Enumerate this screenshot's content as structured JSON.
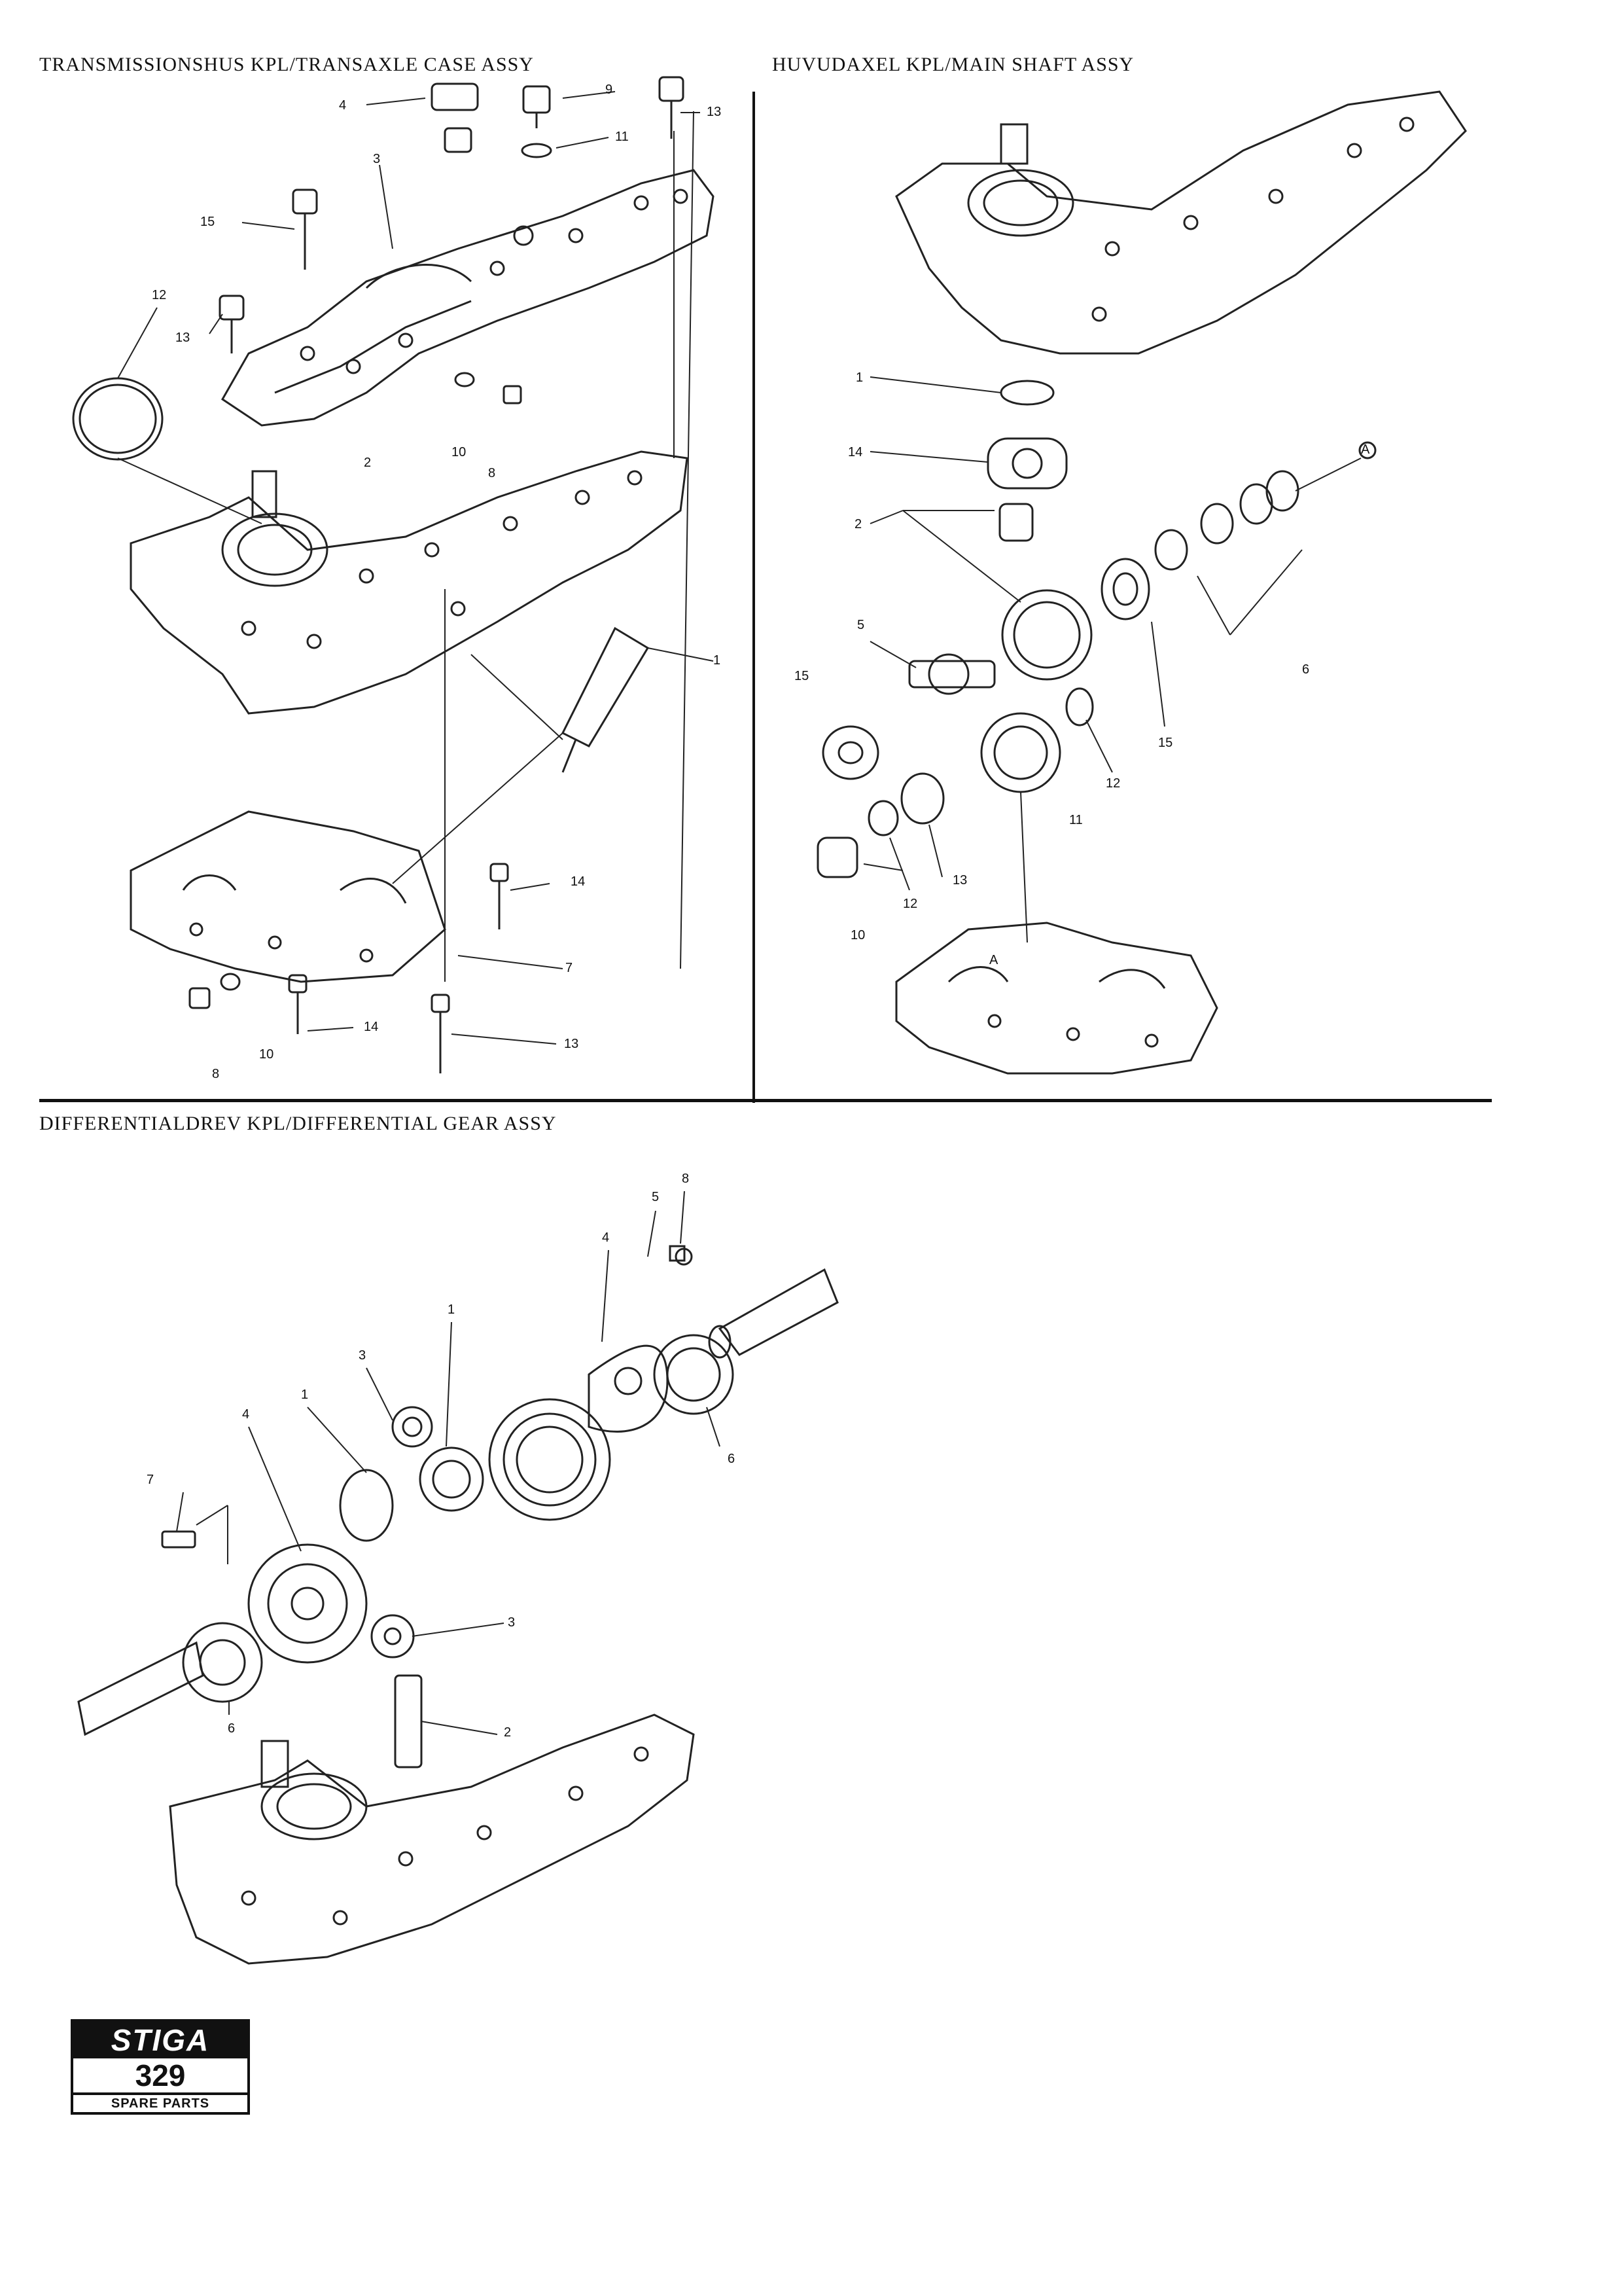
{
  "sections": {
    "transaxle_case": {
      "title": "TRANSMISSIONSHUS KPL/TRANSAXLE CASE ASSY",
      "callouts": [
        "4",
        "9",
        "13",
        "11",
        "3",
        "15",
        "12",
        "13",
        "10",
        "8",
        "2",
        "1",
        "14",
        "7",
        "14",
        "13",
        "10",
        "8"
      ]
    },
    "main_shaft": {
      "title": "HUVUDAXEL KPL/MAIN SHAFT ASSY",
      "callouts": [
        "1",
        "14",
        "A",
        "2",
        "5",
        "15",
        "6",
        "15",
        "12",
        "11",
        "12",
        "13",
        "10",
        "A"
      ]
    },
    "differential": {
      "title": "DIFFERENTIALDREV KPL/DIFFERENTIAL GEAR ASSY",
      "callouts": [
        "8",
        "5",
        "4",
        "1",
        "3",
        "1",
        "4",
        "7",
        "3",
        "6",
        "6",
        "2"
      ]
    }
  },
  "logo": {
    "brand": "STIGA",
    "number": "329",
    "subtitle": "SPARE PARTS"
  }
}
